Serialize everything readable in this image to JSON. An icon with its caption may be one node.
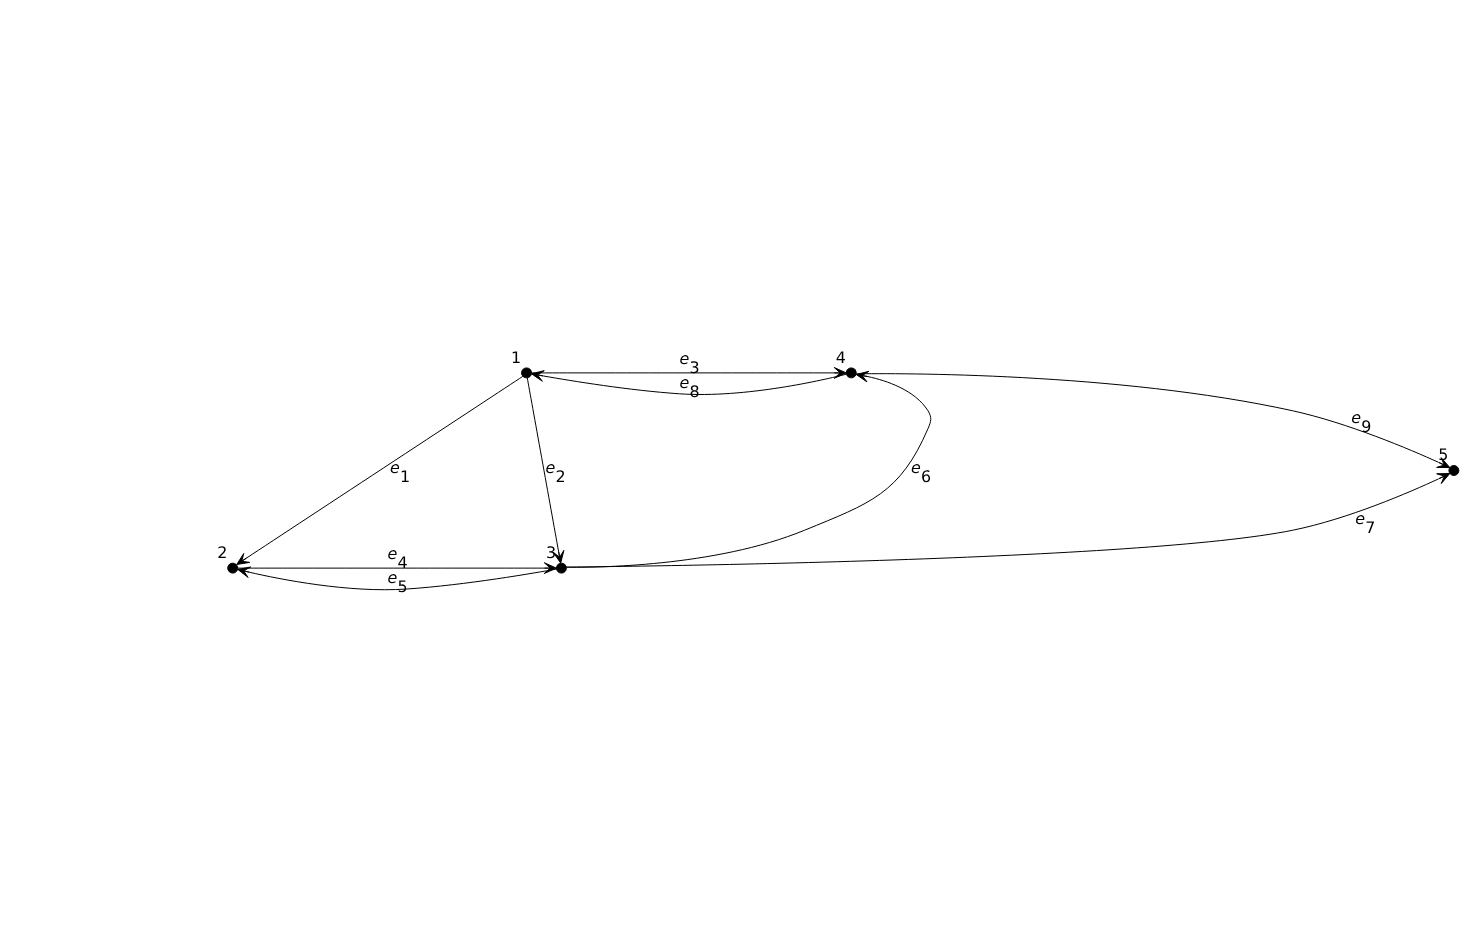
{
  "diagram": {
    "nodes": [
      {
        "text": [],
        "shape": "circle",
        "beside": [
          "1"
        ]
      },
      {
        "text": [],
        "shape": "circle",
        "beside": [
          "2"
        ]
      },
      {
        "text": [],
        "shape": "circle",
        "beside": [
          "3"
        ]
      },
      {
        "text": [],
        "shape": "circle",
        "beside": [
          "4"
        ]
      },
      {
        "text": [],
        "shape": "circle",
        "beside": [
          "5"
        ]
      }
    ],
    "edges": [
      {
        "from": 0,
        "to": 1,
        "arrow": "to",
        "label": "e$_{1}$"
      },
      {
        "from": 0,
        "to": 2,
        "arrow": "to",
        "label": "e$_{2}$"
      },
      {
        "from": 0,
        "to": 3,
        "arrow": "to",
        "label": "e$_{3}$"
      },
      {
        "from": 1,
        "to": 2,
        "arrow": "to",
        "label": "e$_{4}$"
      },
      {
        "from": 2,
        "to": 1,
        "arrow": "to",
        "label": "e$_{5}$"
      },
      {
        "from": 2,
        "to": 3,
        "arrow": "to",
        "label": "e$_{6}$"
      },
      {
        "from": 2,
        "to": 4,
        "arrow": "to",
        "label": "e$_{7}$"
      },
      {
        "from": 3,
        "to": 0,
        "arrow": "to",
        "label": "e$_{8}$"
      },
      {
        "from": 3,
        "to": 4,
        "arrow": "to",
        "label": "e$_{9}$"
      }
    ]
  }
}
